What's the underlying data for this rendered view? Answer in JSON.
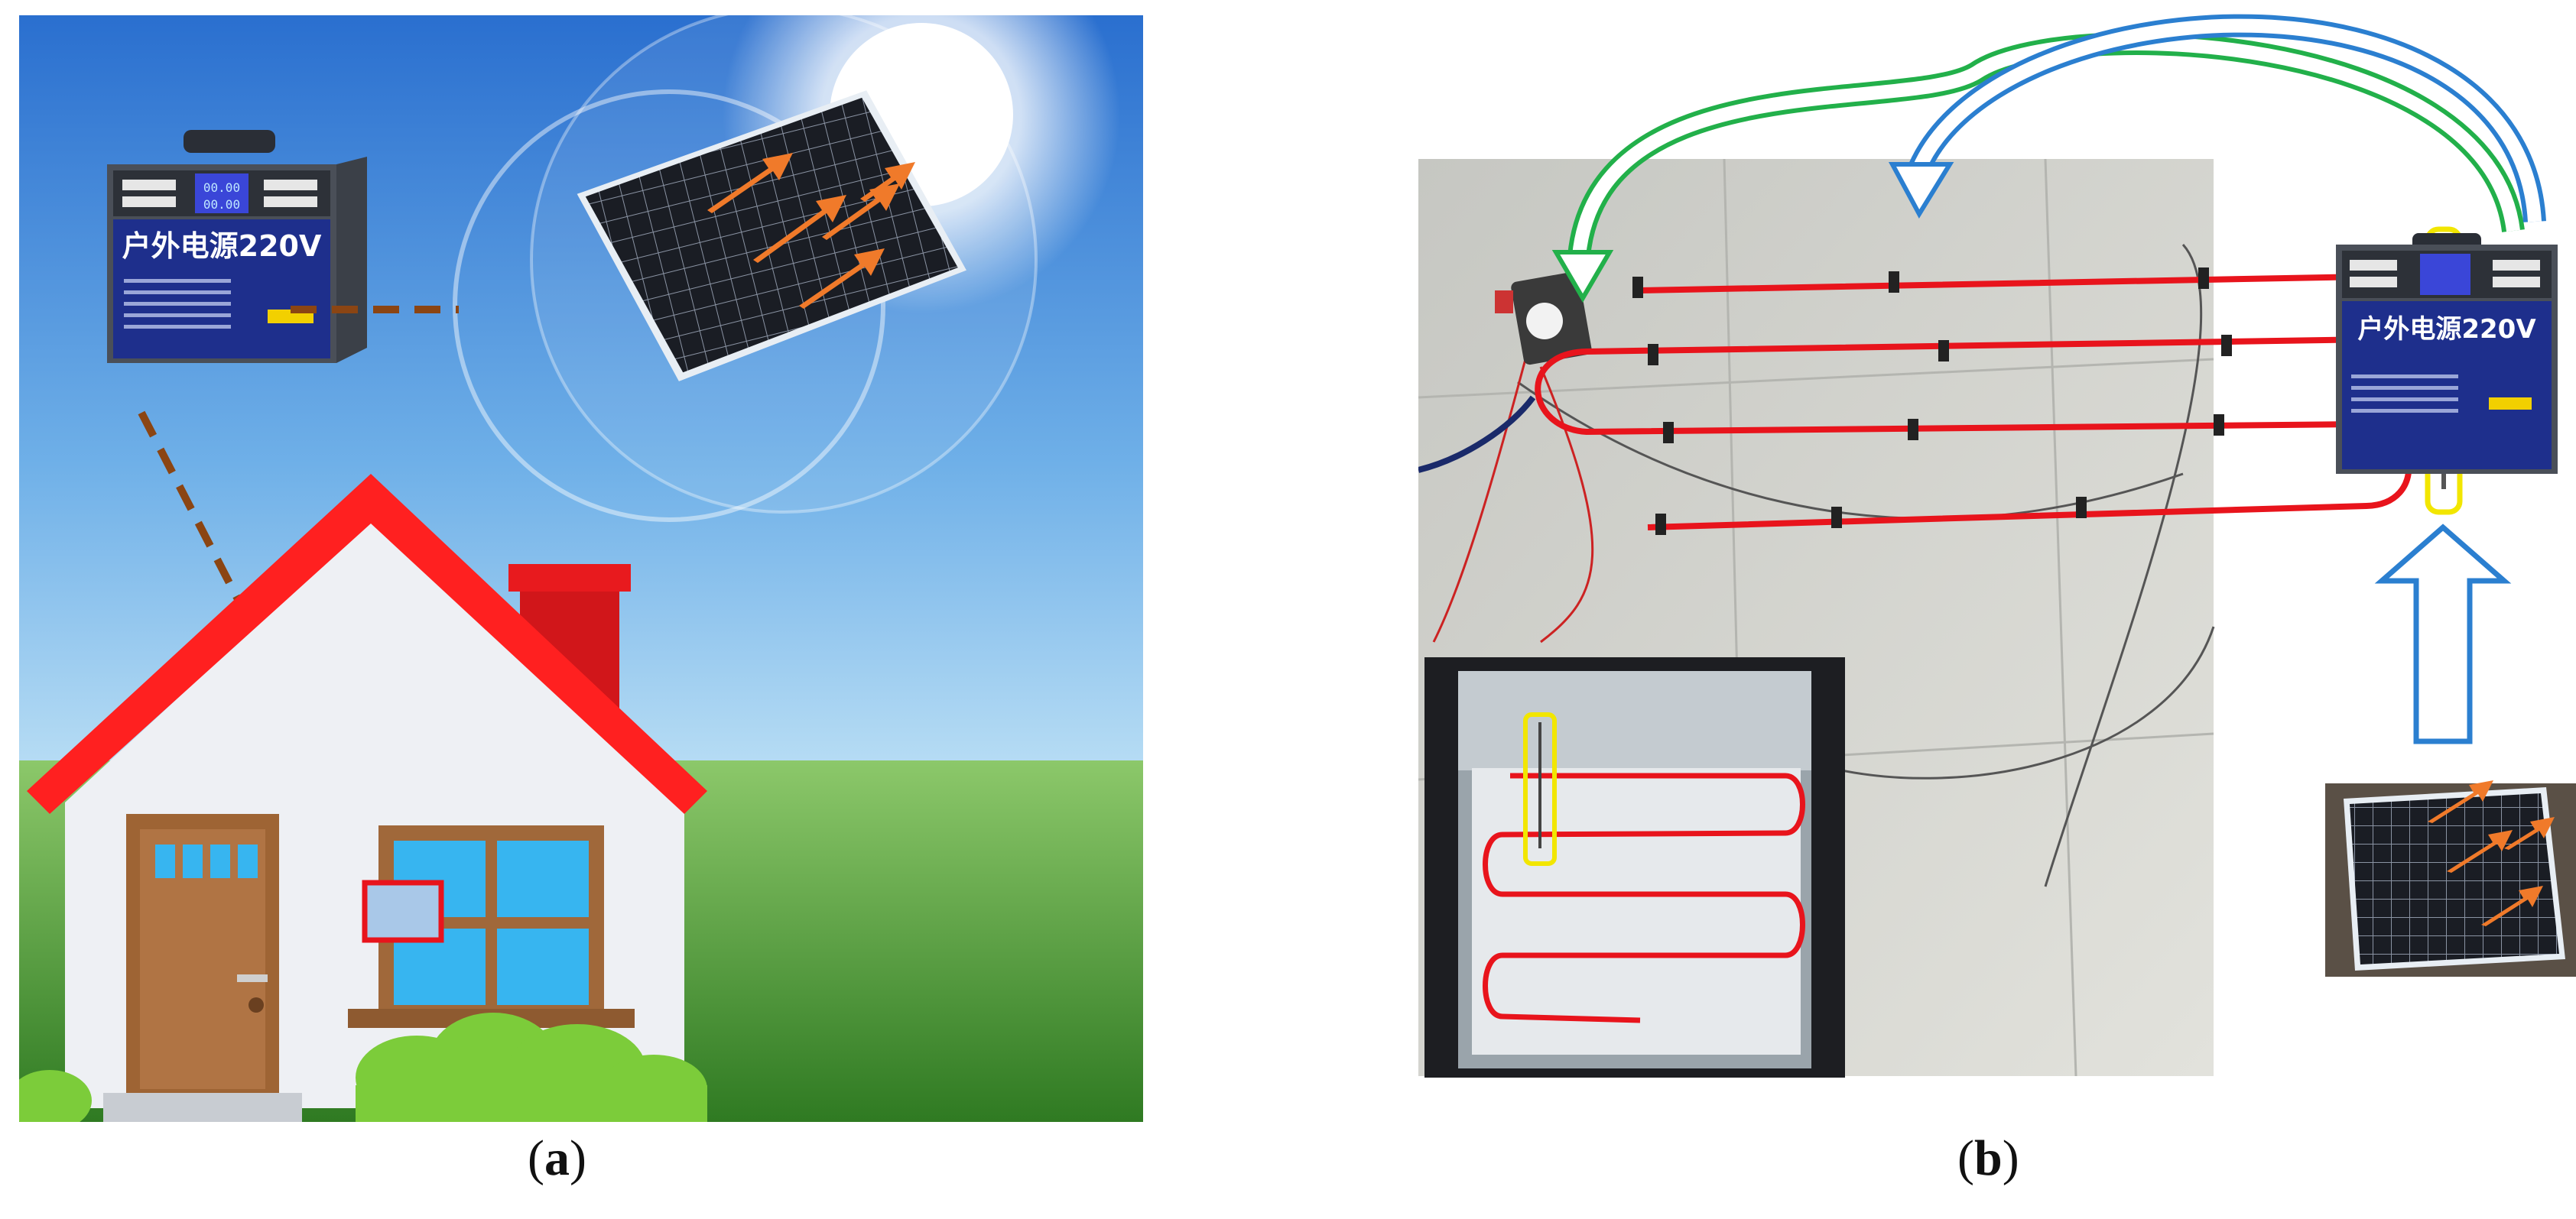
{
  "captions": {
    "a_open": "(",
    "a_letter": "a",
    "a_close": ")",
    "b_open": "(",
    "b_letter": "b",
    "b_close": ")"
  },
  "power_station": {
    "label": "户外电源220V",
    "display_values": [
      "00.00",
      "00.00"
    ]
  },
  "colors": {
    "sky_top": "#2f7fd8",
    "sky_bottom": "#9ccdf0",
    "grass": "#4a9a3a",
    "roof": "#ff1a1a",
    "chimney": "#c80f0f",
    "door": "#a0683a",
    "heating_wire": "#e8141c",
    "sensor_box": "#f2e600",
    "arrow_green": "#22b04a",
    "arrow_blue": "#2b7fd0",
    "connection_dash": "#8b4513"
  },
  "icons": [
    "sun-icon",
    "solar-panel-icon",
    "power-station-icon",
    "house-icon",
    "up-arrow-icon",
    "curved-arrow-icon"
  ]
}
